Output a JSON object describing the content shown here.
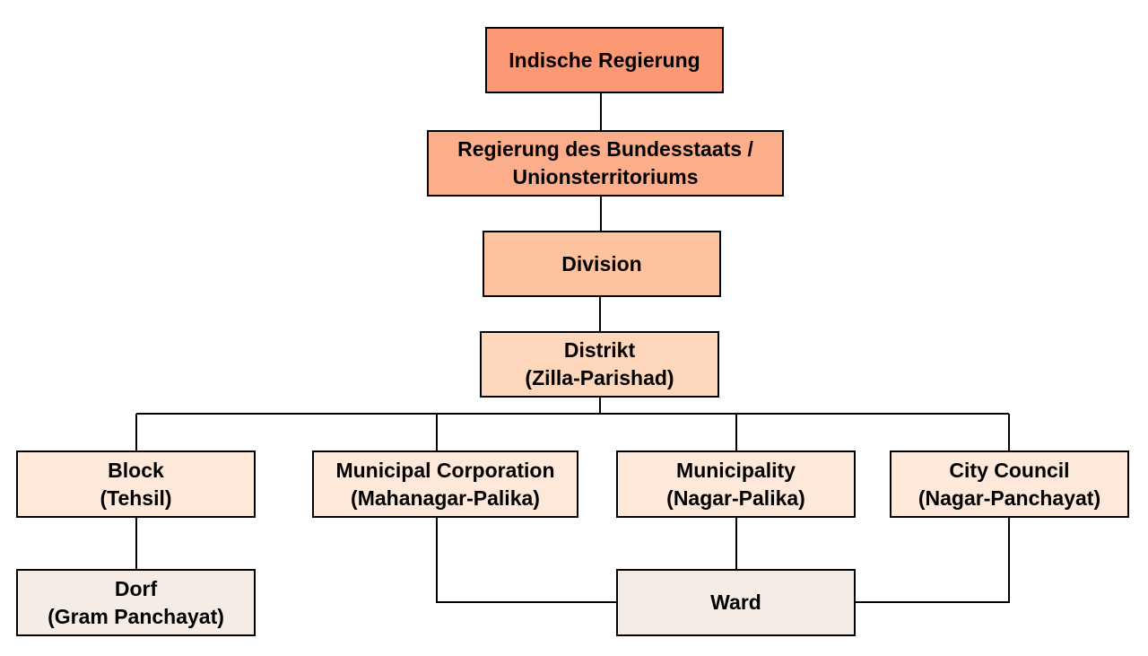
{
  "colors": {
    "level_0": "#fc9873",
    "level_1": "#fcad8a",
    "level_2": "#fdc29e",
    "level_3": "#fdd6bb",
    "level_4": "#fde8d9",
    "level_5": "#f5ece6",
    "line": "#000000"
  },
  "nodes": {
    "indian_government": {
      "line1": "Indische Regierung"
    },
    "state_government": {
      "line1": "Regierung des Bundesstaats /",
      "line2": "Unionsterritoriums"
    },
    "division": {
      "line1": "Division"
    },
    "district": {
      "line1": "Distrikt",
      "line2": "(Zilla-Parishad)"
    },
    "block": {
      "line1": "Block",
      "line2": "(Tehsil)"
    },
    "municipal_corporation": {
      "line1": "Municipal Corporation",
      "line2": "(Mahanagar-Palika)"
    },
    "municipality": {
      "line1": "Municipality",
      "line2": "(Nagar-Palika)"
    },
    "city_council": {
      "line1": "City Council",
      "line2": "(Nagar-Panchayat)"
    },
    "village": {
      "line1": "Dorf",
      "line2": "(Gram Panchayat)"
    },
    "ward": {
      "line1": "Ward"
    }
  }
}
